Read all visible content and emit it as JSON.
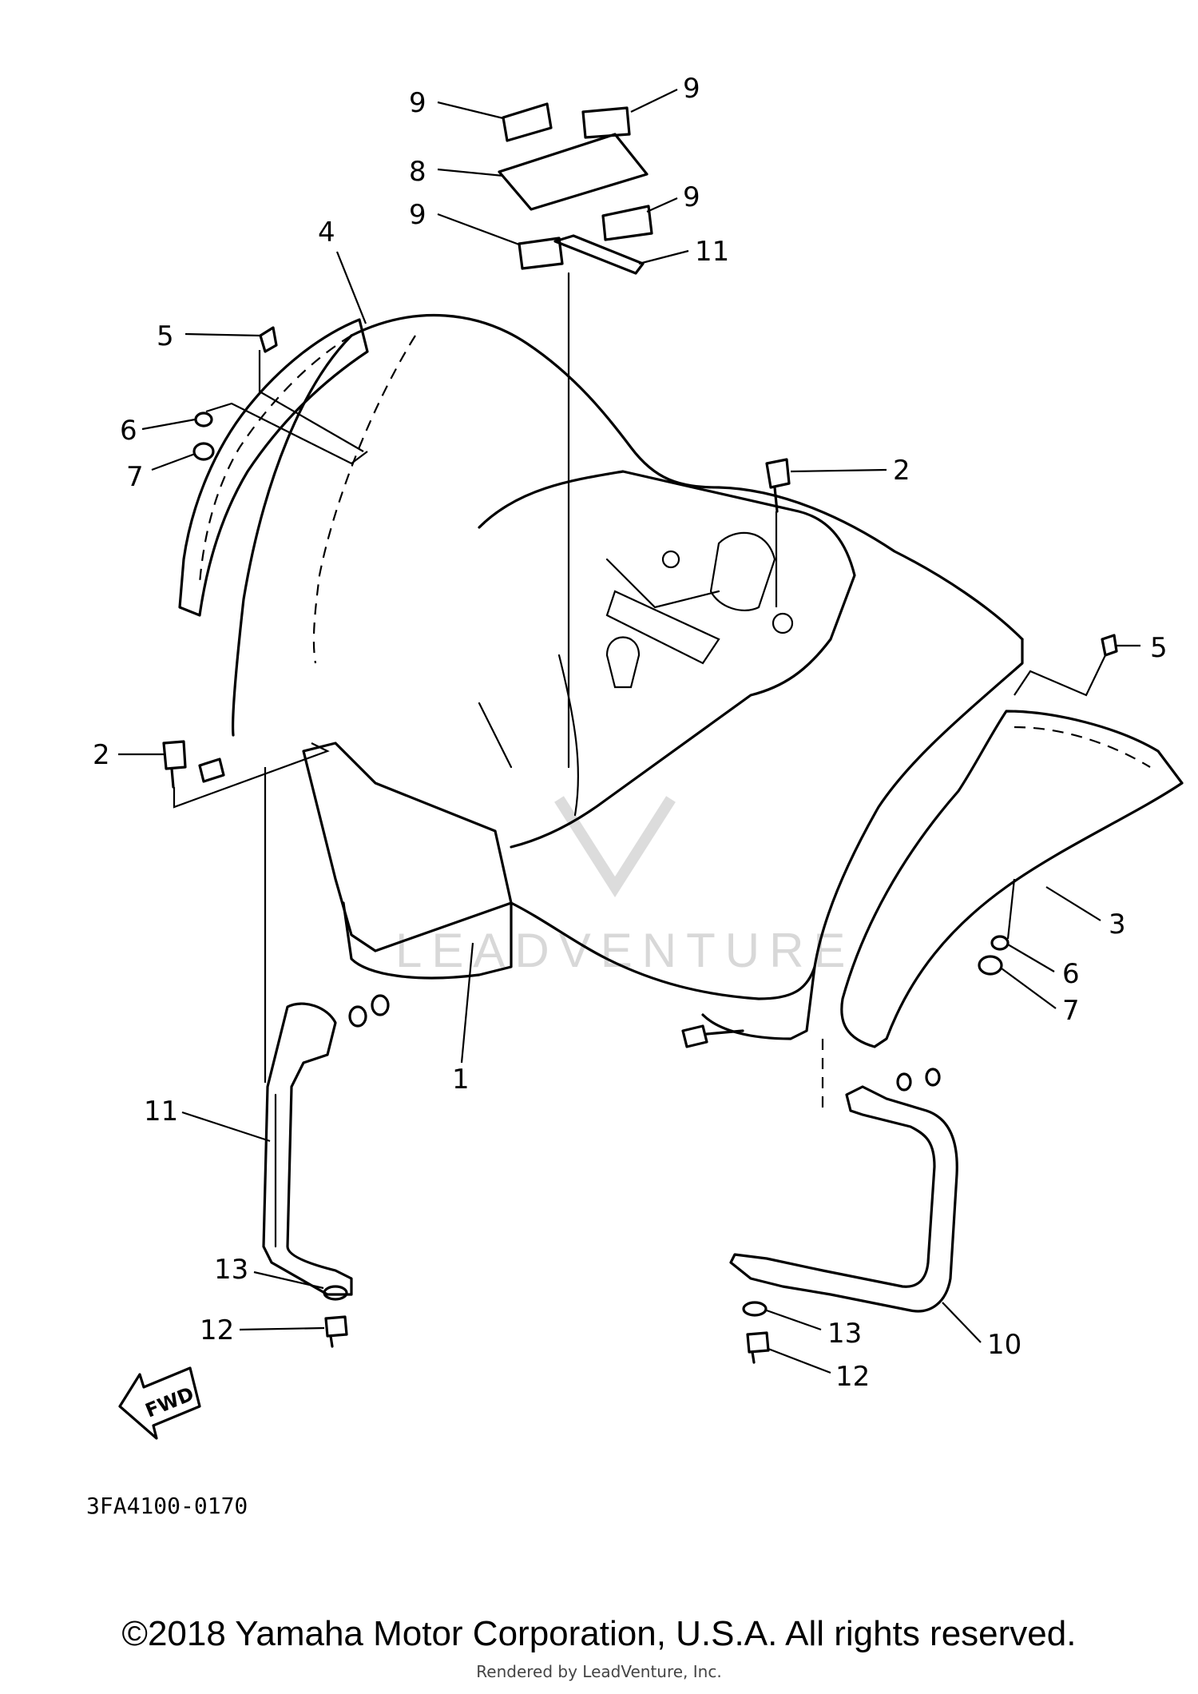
{
  "diagram": {
    "drawing_code": "3FA4100-0170",
    "fwd_label": "FWD",
    "watermark": "LEADVENTURE",
    "callouts": [
      {
        "id": "c9a",
        "label": "9"
      },
      {
        "id": "c9b",
        "label": "9"
      },
      {
        "id": "c8",
        "label": "8"
      },
      {
        "id": "c9c",
        "label": "9"
      },
      {
        "id": "c9d",
        "label": "9"
      },
      {
        "id": "c11a",
        "label": "11"
      },
      {
        "id": "c4",
        "label": "4"
      },
      {
        "id": "c5a",
        "label": "5"
      },
      {
        "id": "c6a",
        "label": "6"
      },
      {
        "id": "c7a",
        "label": "7"
      },
      {
        "id": "c2a",
        "label": "2"
      },
      {
        "id": "c5b",
        "label": "5"
      },
      {
        "id": "c2b",
        "label": "2"
      },
      {
        "id": "c3",
        "label": "3"
      },
      {
        "id": "c6b",
        "label": "6"
      },
      {
        "id": "c7b",
        "label": "7"
      },
      {
        "id": "c1",
        "label": "1"
      },
      {
        "id": "c11b",
        "label": "11"
      },
      {
        "id": "c13a",
        "label": "13"
      },
      {
        "id": "c12a",
        "label": "12"
      },
      {
        "id": "c13b",
        "label": "13"
      },
      {
        "id": "c10",
        "label": "10"
      },
      {
        "id": "c12b",
        "label": "12"
      }
    ]
  },
  "footer": {
    "copyright": "©2018 Yamaha Motor Corporation, U.S.A. All rights reserved.",
    "rendered_by": "Rendered by LeadVenture, Inc."
  }
}
